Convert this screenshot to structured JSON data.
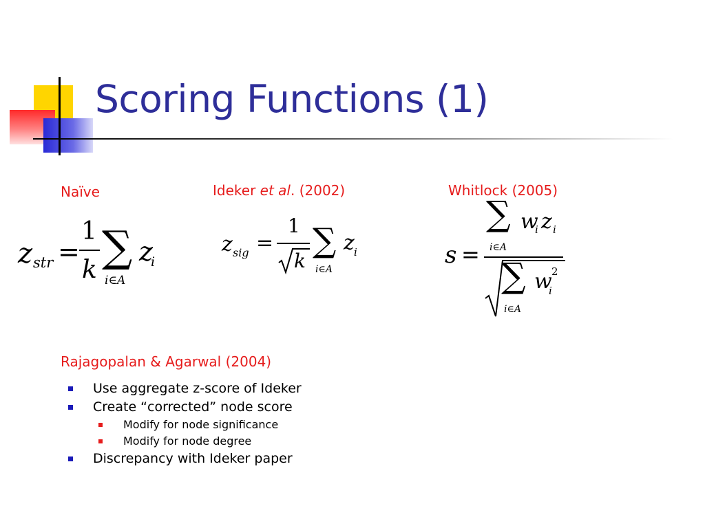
{
  "slide": {
    "title": "Scoring Functions (1)",
    "headings": {
      "naive": "Naïve",
      "ideker_prefix": "Ideker ",
      "ideker_etal": "et al",
      "ideker_suffix": ". (2002)",
      "whitlock": "Whitlock (2005)",
      "rajagopalan": "Rajagopalan & Agarwal (2004)"
    },
    "formulas": {
      "naive": {
        "lhs_var": "z",
        "lhs_sub": "str",
        "eq": "=",
        "numer": "1",
        "denom": "k",
        "sum": "∑",
        "sum_index": "i∈A",
        "term_var": "z",
        "term_sub": "i"
      },
      "ideker": {
        "lhs_var": "z",
        "lhs_sub": "sig",
        "eq": "=",
        "numer": "1",
        "denom": "k",
        "sum": "∑",
        "sum_index": "i∈A",
        "term_var": "z",
        "term_sub": "i"
      },
      "whitlock": {
        "lhs": "s",
        "eq": "=",
        "num_sum": "∑",
        "num_index": "i∈A",
        "num_w": "w",
        "num_w_sub": "i",
        "num_z": "z",
        "num_z_sub": "i",
        "den_sum": "∑",
        "den_index": "i∈A",
        "den_w": "w",
        "den_w_sub": "i",
        "den_w_sup": "2"
      }
    },
    "bullets": [
      {
        "text": "Use aggregate z-score of Ideker",
        "level": 1
      },
      {
        "text": "Create “corrected” node score",
        "level": 1
      },
      {
        "text": "Modify for node significance",
        "level": 2
      },
      {
        "text": "Modify for node degree",
        "level": 2
      },
      {
        "text": "Discrepancy with Ideker paper",
        "level": 1
      }
    ],
    "colors": {
      "title": "#2e2e99",
      "heading": "#e61c1c",
      "bullet_l1": "#1a1ab8",
      "bullet_l2": "#e61c1c"
    }
  }
}
